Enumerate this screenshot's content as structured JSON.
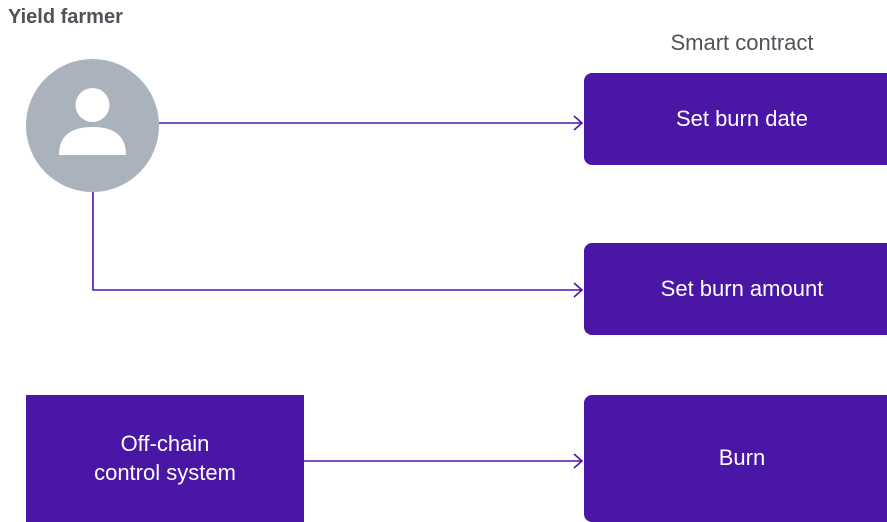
{
  "actor": {
    "label": "Yield farmer",
    "icon": "user-icon"
  },
  "column_label": "Smart contract",
  "boxes": {
    "set_burn_date": "Set burn date",
    "set_burn_amount": "Set burn amount",
    "burn": "Burn",
    "off_chain": "Off-chain\ncontrol system"
  },
  "colors": {
    "box": "#4a16a6",
    "avatar": "#aab3bb",
    "line": "#4a16a6",
    "text": "#4d5359"
  }
}
